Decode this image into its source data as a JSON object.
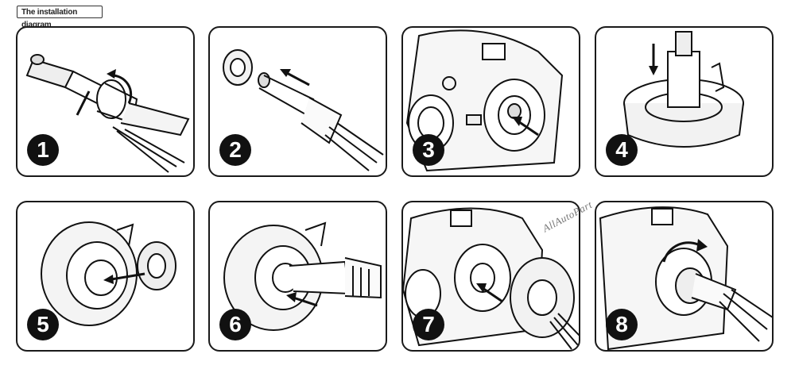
{
  "title": "The installation diagram",
  "watermark": "AllAutoPart",
  "steps": [
    {
      "number": "1"
    },
    {
      "number": "2"
    },
    {
      "number": "3"
    },
    {
      "number": "4"
    },
    {
      "number": "5"
    },
    {
      "number": "6"
    },
    {
      "number": "7"
    },
    {
      "number": "8"
    }
  ]
}
